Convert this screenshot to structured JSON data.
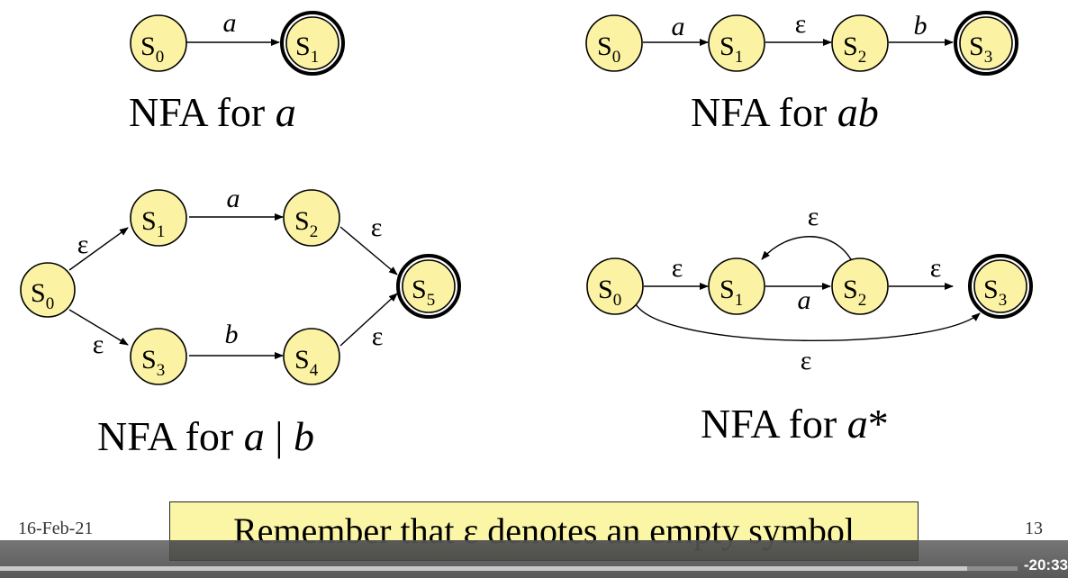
{
  "captions": {
    "a": {
      "prefix": "NFA for ",
      "expr": "a"
    },
    "ab": {
      "prefix": "NFA for ",
      "expr": "ab"
    },
    "alt": {
      "prefix": "NFA for ",
      "expr_a": "a",
      "bar": " | ",
      "expr_b": "b"
    },
    "star": {
      "prefix": "NFA for ",
      "expr": "a",
      "suffix": "*"
    }
  },
  "symbols": {
    "a": "a",
    "b": "b",
    "epsilon": "ε"
  },
  "state_prefix": "S",
  "states": {
    "nfa_a": [
      "0",
      "1"
    ],
    "nfa_ab": [
      "0",
      "1",
      "2",
      "3"
    ],
    "nfa_alt": [
      "0",
      "1",
      "2",
      "3",
      "4",
      "5"
    ],
    "nfa_star": [
      "0",
      "1",
      "2",
      "3"
    ]
  },
  "footer": {
    "date": "16-Feb-21",
    "page": "13",
    "note": "Remember that ε denotes an empty symbol"
  },
  "player": {
    "time_remaining": "-20:33",
    "progress": 0.95
  },
  "colors": {
    "state_fill": "#fbf3a3",
    "note_fill": "#fbf5a6"
  }
}
